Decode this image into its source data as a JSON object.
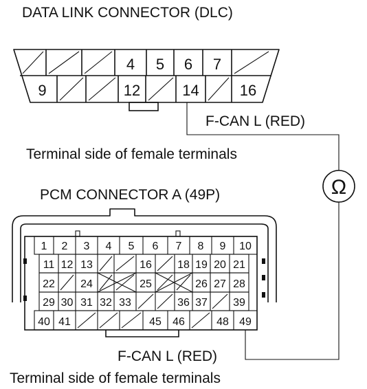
{
  "dlc": {
    "title": "DATA LINK CONNECTOR (DLC)",
    "top_row": [
      "",
      "",
      "",
      "4",
      "5",
      "6",
      "7",
      ""
    ],
    "bottom_row": [
      "9",
      "",
      "",
      "12",
      "",
      "14",
      "",
      "16"
    ],
    "signal_label": "F-CAN L (RED)",
    "side_note": "Terminal side of female terminals"
  },
  "meter": {
    "symbol": "Ω",
    "icon": "ohmmeter-icon"
  },
  "pcm": {
    "title": "PCM CONNECTOR A (49P)",
    "rows": [
      [
        "1",
        "2",
        "3",
        "4",
        "5",
        "6",
        "7",
        "8",
        "9",
        "10"
      ],
      [
        "11",
        "12",
        "13",
        "",
        "",
        "16",
        "",
        "18",
        "19",
        "20",
        "21"
      ],
      [
        "22",
        "",
        "24",
        "",
        "",
        "25",
        "",
        "",
        "26",
        "27",
        "28"
      ],
      [
        "29",
        "30",
        "31",
        "32",
        "33",
        "",
        "",
        "36",
        "37",
        "",
        "39"
      ],
      [
        "40",
        "41",
        "",
        "",
        "",
        "45",
        "46",
        "",
        "48",
        "49"
      ]
    ],
    "signal_label": "F-CAN L (RED)",
    "side_note": "Terminal side of female terminals"
  }
}
